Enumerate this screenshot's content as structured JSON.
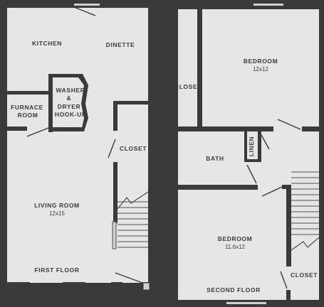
{
  "colors": {
    "floor": "#e6e6e6",
    "wall": "#3a3a3a",
    "text": "#3b3b3b",
    "stair_line": "#505050"
  },
  "first_floor": {
    "label": "FIRST FLOOR",
    "kitchen": "KITCHEN",
    "dinette": "DINETTE",
    "washer_line1": "WASHER",
    "washer_line2": "&",
    "washer_line3": "DRYER",
    "washer_line4": "HOOK-UP",
    "furnace_line1": "FURNACE",
    "furnace_line2": "ROOM",
    "closet": "CLOSET",
    "living_room": "LIVING ROOM",
    "living_room_size": "12x15"
  },
  "second_floor": {
    "label": "SECOND FLOOR",
    "bedroom_top": "BEDROOM",
    "bedroom_top_size": "12x12",
    "closet_left": "CLOSET",
    "linen": "LINEN",
    "bath": "BATH",
    "bedroom_bottom": "BEDROOM",
    "bedroom_bottom_size": "11.6x12",
    "closet_bottom": "CLOSET"
  }
}
